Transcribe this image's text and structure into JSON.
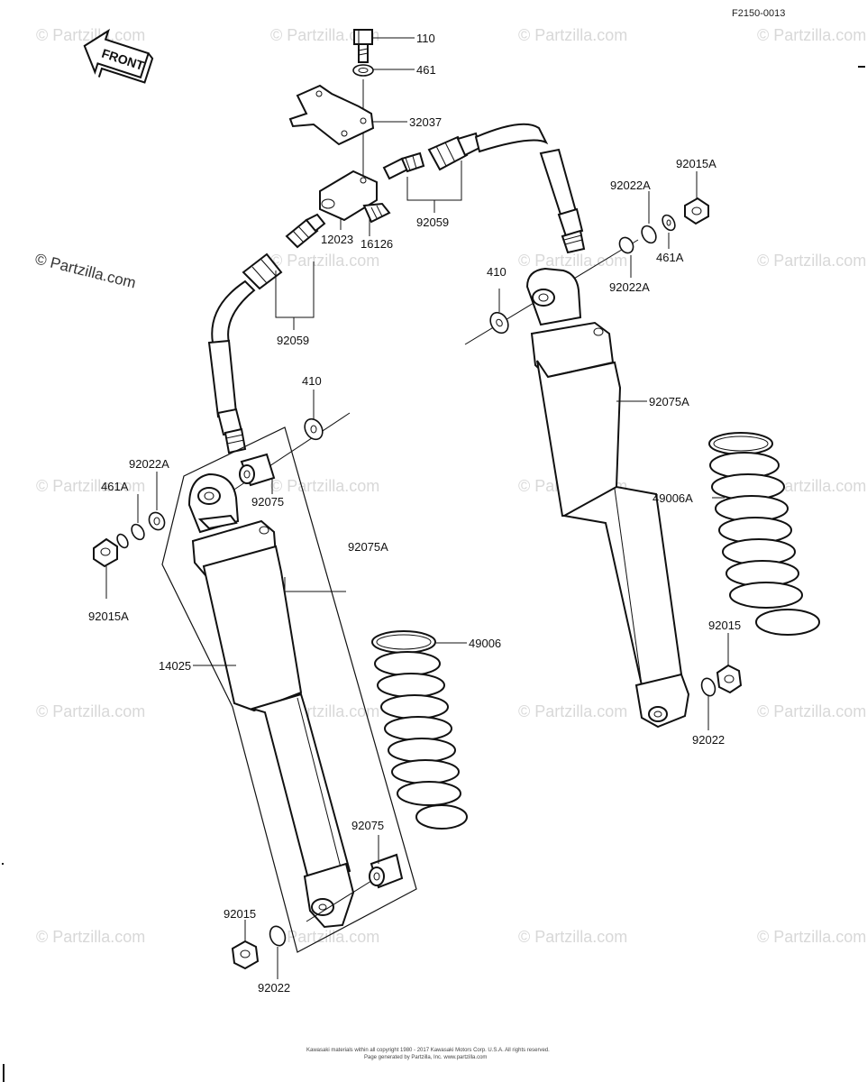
{
  "figure_code": "F2150-0013",
  "front_arrow_label": "FRONT",
  "watermark": "© Partzilla.com",
  "watermark_repeat": "© Partzilla.com",
  "copyright_line1": "Kawasaki materials within all copyright 1980 - 2017 Kawasaki Motors Corp. U.S.A. All rights reserved.",
  "copyright_line2": "Page generated by Partzilla, Inc. www.partzilla.com",
  "labels": {
    "bolt_110": "110",
    "washer_461": "461",
    "bracket_32037": "32037",
    "union_92059_right": "92059",
    "joint_12023": "12023",
    "bleeder_16126": "16126",
    "union_92059_left": "92059",
    "nut_92015a_right": "92015A",
    "washer_92022a_right_top": "92022A",
    "washer_461a_right": "461A",
    "washer_92022a_right_bottom": "92022A",
    "washer_410_right": "410",
    "shock_92075a_right": "92075A",
    "boot_49006a": "49006A",
    "nut_92015_right": "92015",
    "washer_92022_right": "92022",
    "washer_410_left": "410",
    "washer_92022a_left": "92022A",
    "washer_461a_left": "461A",
    "bushing_92075_left_top": "92075",
    "nut_92015a_left": "92015A",
    "shock_92075a_left": "92075A",
    "boot_49006": "49006",
    "shock_14025": "14025",
    "bushing_92075_left_bottom": "92075",
    "nut_92015_left": "92015",
    "washer_92022_left": "92022"
  }
}
